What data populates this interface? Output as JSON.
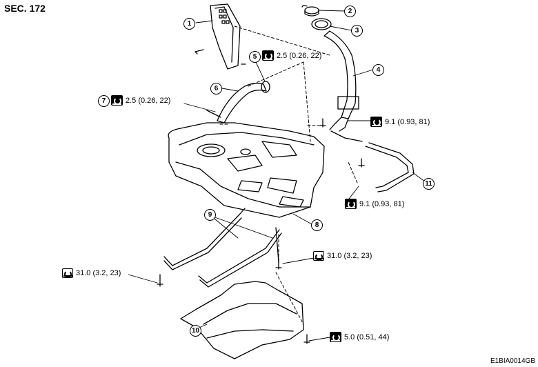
{
  "header": {
    "section": "SEC. 172"
  },
  "footer": {
    "figure_code": "E1BIA0014GB"
  },
  "callouts": [
    "1",
    "2",
    "3",
    "4",
    "5",
    "6",
    "7",
    "8",
    "9",
    "10",
    "11"
  ],
  "torques": {
    "t5": "2.5 (0.26, 22)",
    "t7": "2.5 (0.26, 22)",
    "t4a": "9.1 (0.93, 81)",
    "t11": "9.1 (0.93, 81)",
    "t9l": "31.0 (3.2, 23)",
    "t9r": "31.0 (3.2, 23)",
    "t10": "5.0 (0.51, 44)"
  },
  "icons": {
    "torque": "torque-wrench-icon"
  },
  "colors": {
    "ink": "#000000",
    "paper": "#ffffff"
  }
}
